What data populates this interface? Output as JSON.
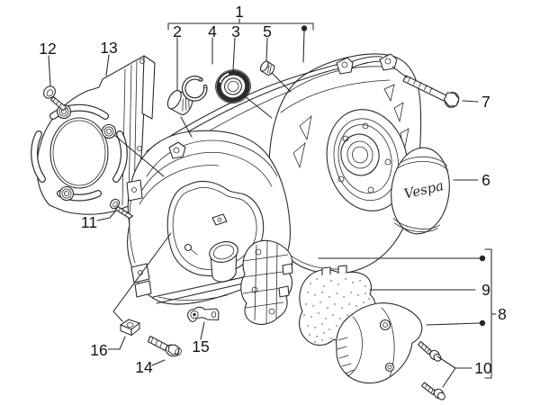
{
  "figure": {
    "background": "#ffffff",
    "line_color": "#2b2b2b",
    "logo": {
      "text": "Vespa"
    },
    "callouts": {
      "c1": {
        "label": "1"
      },
      "c2": {
        "label": "2"
      },
      "c3": {
        "label": "3"
      },
      "c4": {
        "label": "4"
      },
      "c5": {
        "label": "5"
      },
      "c6": {
        "label": "6"
      },
      "c7": {
        "label": "7"
      },
      "c8": {
        "label": "8"
      },
      "c9": {
        "label": "9"
      },
      "c10": {
        "label": "10"
      },
      "c11": {
        "label": "11"
      },
      "c12": {
        "label": "12"
      },
      "c13": {
        "label": "13"
      },
      "c14": {
        "label": "14"
      },
      "c15": {
        "label": "15"
      },
      "c16": {
        "label": "16"
      }
    }
  }
}
